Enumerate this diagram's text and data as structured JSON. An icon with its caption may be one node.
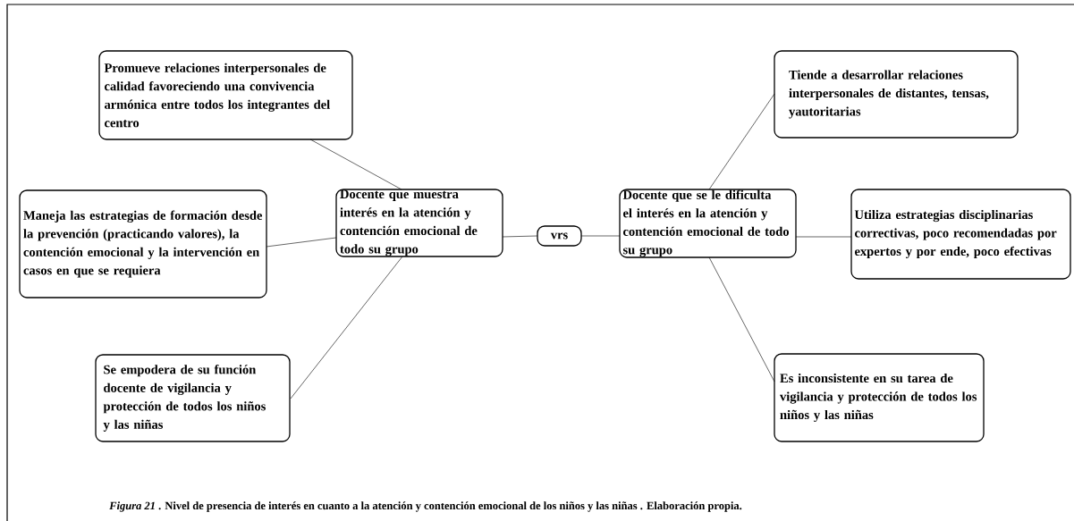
{
  "diagram": {
    "caption": "*Figura 21* . Nivel de presencia de interés en cuanto a la atención y contención emocional de los niños y las niñas . Elaboración propia.",
    "nodes": [
      {
        "text": [
          "Docente que muestra interés en la atención y contención emocional de todo su grupo"
        ]
      },
      {
        "text": [
          "Promueve relaciones interpersonales de calidad favoreciendo una convivencia armónica entre todos los integrantes del centro"
        ]
      },
      {
        "text": [
          "Maneja las estrategias de formación desde la prevención (practicando valores), la contención emocional y la intervención en casos en que se requiera"
        ]
      },
      {
        "text": [
          "Se empodera de su función docente de vigilancia y protección de todos los niños y las niñas"
        ]
      },
      {
        "text": [
          "vrs"
        ]
      },
      {
        "text": [
          "Docente que se le dificulta el interés en la atención y contención emocional de todo su grupo"
        ]
      },
      {
        "text": [
          "Tiende a desarrollar relaciones interpersonales de distantes, tensas, yautoritarias"
        ]
      },
      {
        "text": [
          "Utiliza estrategias disciplinarias correctivas, poco recomendadas por expertos y por ende, poco efectivas"
        ]
      },
      {
        "text": [
          "Es inconsistente en su tarea de vigilancia y protección de todos los niños y las niñas"
        ]
      }
    ],
    "edges": [
      {
        "from": 0,
        "to": 1,
        "arrow": "none"
      },
      {
        "from": 0,
        "to": 2,
        "arrow": "none"
      },
      {
        "from": 0,
        "to": 3,
        "arrow": "none"
      },
      {
        "from": 0,
        "to": 4,
        "arrow": "none"
      },
      {
        "from": 4,
        "to": 5,
        "arrow": "none"
      },
      {
        "from": 5,
        "to": 6,
        "arrow": "none"
      },
      {
        "from": 5,
        "to": 7,
        "arrow": "none"
      },
      {
        "from": 5,
        "to": 8,
        "arrow": "none"
      }
    ]
  }
}
